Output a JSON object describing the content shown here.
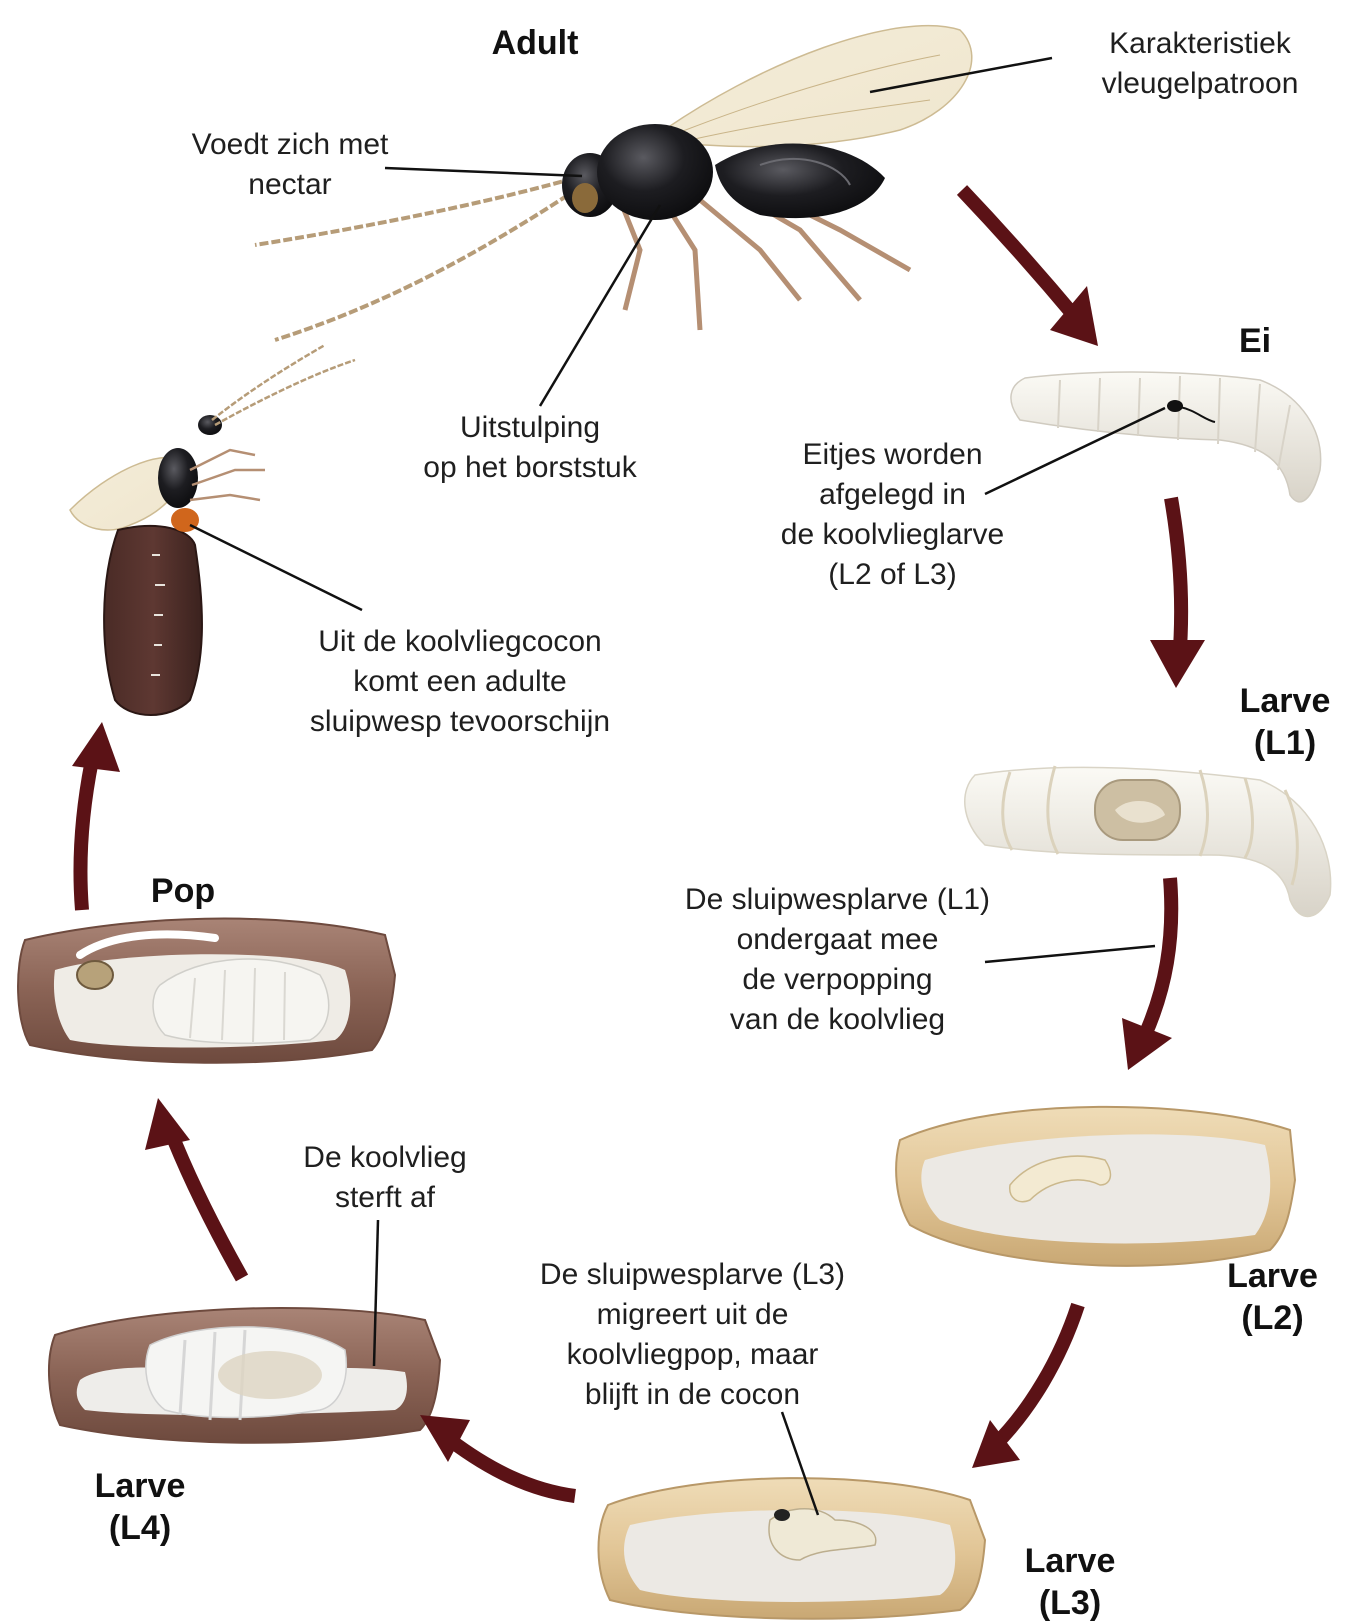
{
  "colors": {
    "arrow": "#5b1216",
    "leader_line": "#111111",
    "cocoon_tan": "#e6cfa6",
    "cocoon_brown": "#8a6355",
    "wasp_body": "#1c1c1f",
    "larva_white": "#f1efe9"
  },
  "stages": {
    "adult": "Adult",
    "ei": "Ei",
    "larve_l1": "Larve\n(L1)",
    "larve_l2": "Larve\n(L2)",
    "larve_l3": "Larve\n(L3)",
    "larve_l4": "Larve\n(L4)",
    "pop": "Pop"
  },
  "annotations": {
    "wing_pattern": "Karakteristiek\nvleugelpatroon",
    "nectar": "Voedt zich met\nnectar",
    "thorax_bulge": "Uitstulping\nop het borststuk",
    "eggs": "Eitjes worden\nafgelegd in\nde koolvlieglarve\n(L2 of L3)",
    "emergence": "Uit de koolvliegcocon\nkomt een adulte\nsluipwesp tevoorschijn",
    "l1_pupation": "De sluipwesplarve (L1)\nondergaat mee\nde verpopping\nvan de koolvlieg",
    "fly_dies": "De koolvlieg\nsterft af",
    "l3_migrates": "De sluipwesplarve (L3)\nmigreert uit de\nkoolvliegpop, maar\nblijft in de cocon"
  },
  "icons": [
    "adult-wasp-icon",
    "egg-in-larva-icon",
    "larva-l1-icon",
    "cocoon-l2-icon",
    "cocoon-l3-icon",
    "cocoon-l4-icon",
    "pupa-icon",
    "emerging-wasp-icon",
    "cycle-arrow-icon"
  ]
}
